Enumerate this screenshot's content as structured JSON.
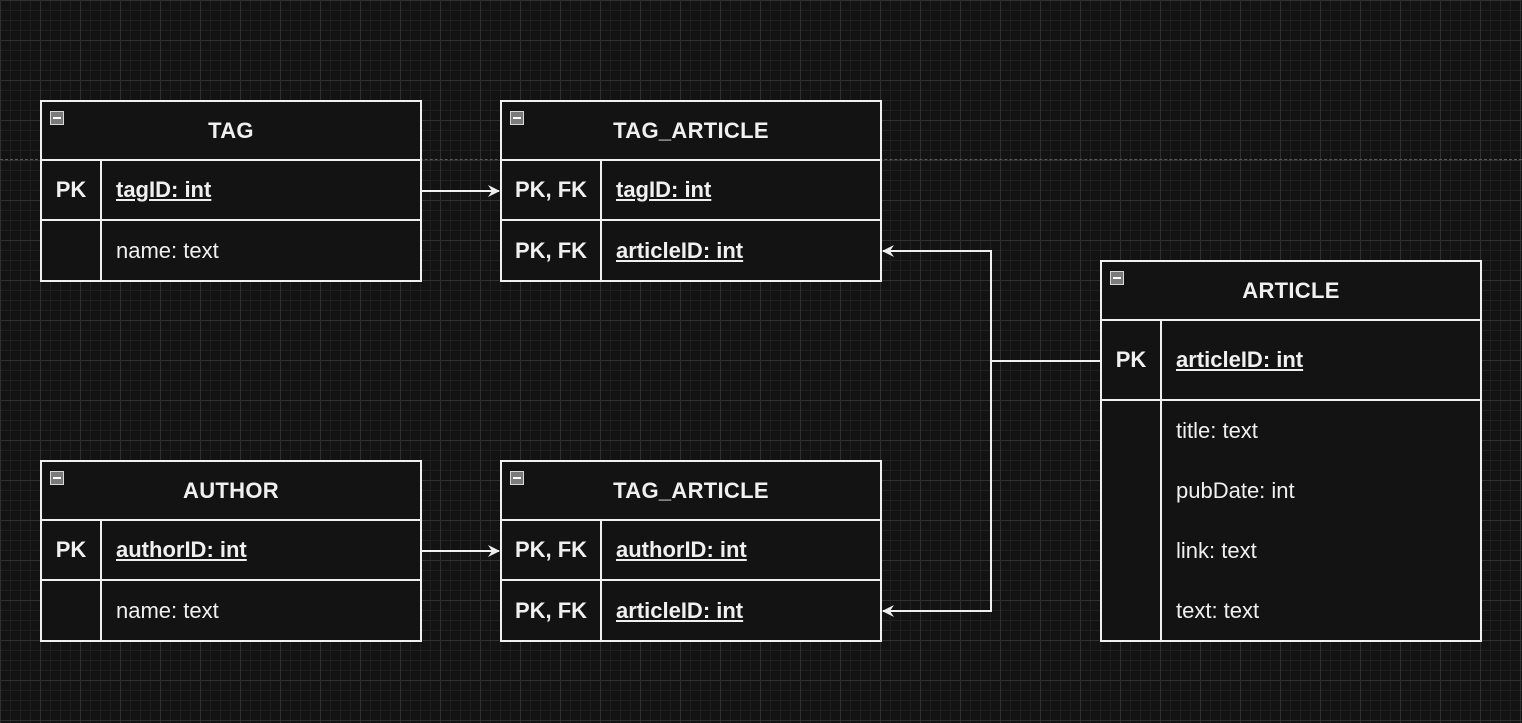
{
  "colors": {
    "background": "#131313",
    "line": "#f0f0f0",
    "grid": "#303030"
  },
  "entities": {
    "tag": {
      "title": "TAG",
      "rows": [
        {
          "key": "PK",
          "field": "tagID: int"
        },
        {
          "key": "",
          "field": "name: text"
        }
      ]
    },
    "tag_article_1": {
      "title": "TAG_ARTICLE",
      "rows": [
        {
          "key": "PK, FK",
          "field": "tagID: int"
        },
        {
          "key": "PK, FK",
          "field": "articleID: int"
        }
      ]
    },
    "author": {
      "title": "AUTHOR",
      "rows": [
        {
          "key": "PK",
          "field": "authorID: int"
        },
        {
          "key": "",
          "field": "name: text"
        }
      ]
    },
    "tag_article_2": {
      "title": "TAG_ARTICLE",
      "rows": [
        {
          "key": "PK, FK",
          "field": "authorID: int"
        },
        {
          "key": "PK, FK",
          "field": "articleID: int"
        }
      ]
    },
    "article": {
      "title": "ARTICLE",
      "pk": {
        "key": "PK",
        "field": "articleID: int"
      },
      "attributes": [
        "title: text",
        "pubDate: int",
        "link: text",
        "text: text"
      ]
    }
  },
  "icons": {
    "collapse": "collapse-minus-icon"
  }
}
